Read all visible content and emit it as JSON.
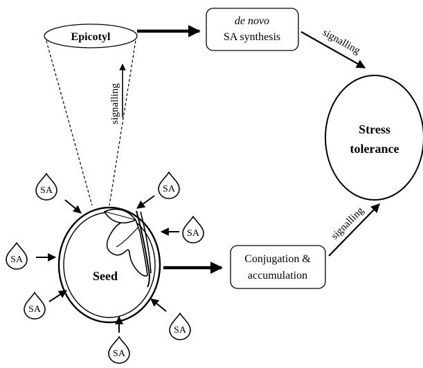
{
  "epicotyl": {
    "label": "Epicotyl"
  },
  "synthesis": {
    "line1": "de novo",
    "line2": "SA synthesis"
  },
  "conjugation": {
    "line1": "Conjugation &",
    "line2": "accumulation"
  },
  "stress": {
    "line1": "Stress",
    "line2": "tolerance"
  },
  "seed": {
    "label": "Seed"
  },
  "signalling": {
    "vertical": "signalling",
    "top_right": "signalling",
    "bottom_right": "signalling"
  },
  "sa_drop_label": "SA"
}
